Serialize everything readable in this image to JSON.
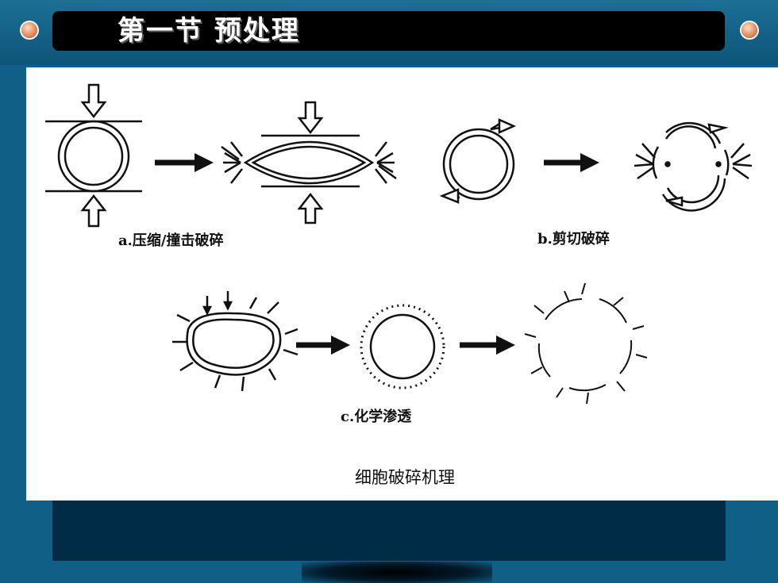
{
  "slide": {
    "title": "第一节 预处理"
  },
  "figure": {
    "label_a": "a.压缩/撞击破碎",
    "label_b": "b.剪切破碎",
    "label_c": "c.化学渗透",
    "caption": "细胞破碎机理"
  }
}
